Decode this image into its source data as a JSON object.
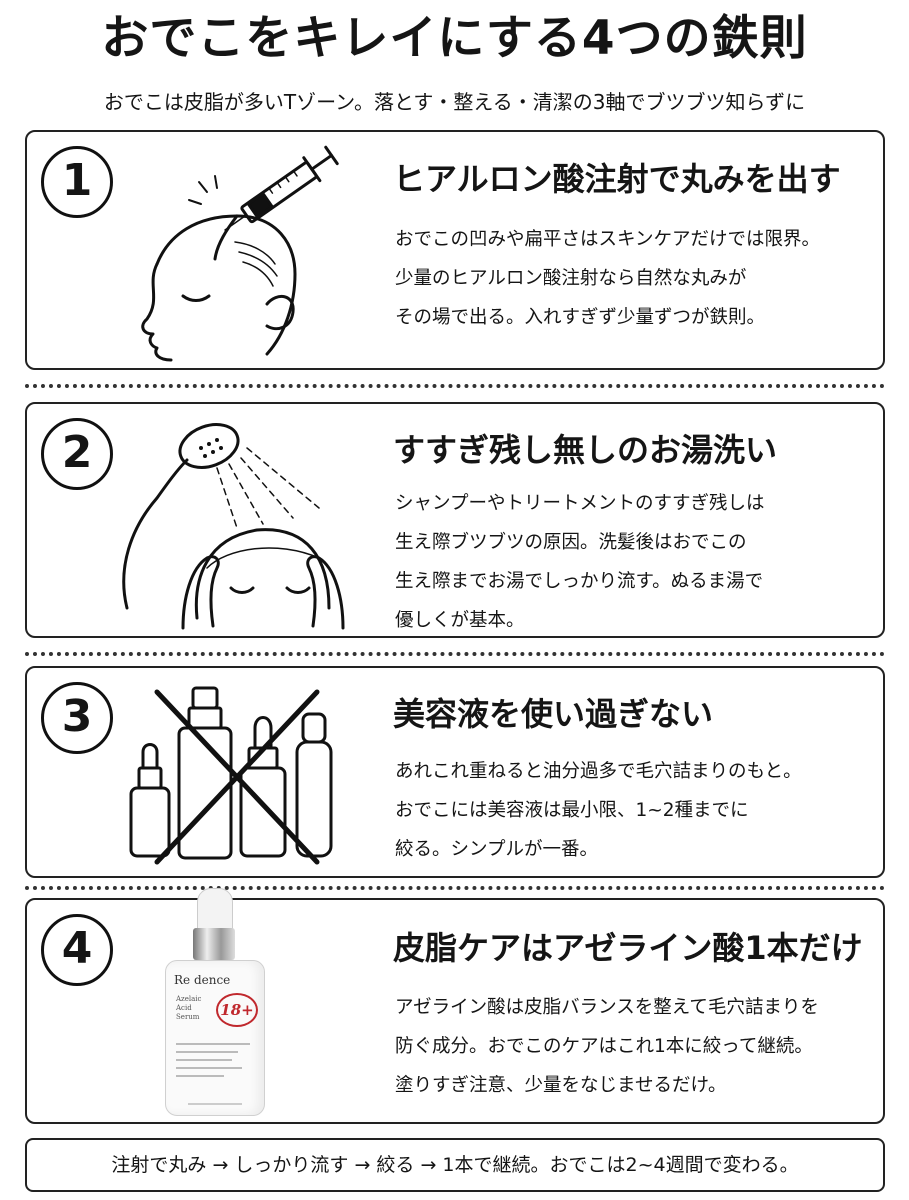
{
  "title": "おでこをキレイにする4つの鉄則",
  "subtitle": "おでこは皮脂が多いTゾーン。落とす・整える・清潔の3軸でブツブツ知らずに",
  "rules": [
    {
      "number": "1",
      "heading": "ヒアルロン酸注射で丸みを出す",
      "lines": [
        "おでこの凹みや扁平さはスキンケアだけでは限界。",
        "少量のヒアルロン酸注射なら自然な丸みが",
        "その場で出る。入れすぎず少量ずつが鉄則。"
      ],
      "icon": "syringe-face-icon"
    },
    {
      "number": "2",
      "heading": "すすぎ残し無しのお湯洗い",
      "lines": [
        "シャンプーやトリートメントのすすぎ残しは",
        "生え際ブツブツの原因。洗髪後はおでこの",
        "生え際までお湯でしっかり流す。ぬるま湯で",
        "優しくが基本。"
      ],
      "icon": "shower-face-icon"
    },
    {
      "number": "3",
      "heading": "美容液を使い過ぎない",
      "lines": [
        "あれこれ重ねると油分過多で毛穴詰まりのもと。",
        "おでこには美容液は最小限、1~2種までに",
        "絞る。シンプルが一番。"
      ],
      "icon": "bottles-crossed-icon"
    },
    {
      "number": "4",
      "heading": "皮脂ケアはアゼライン酸1本だけ",
      "lines": [
        "アゼライン酸は皮脂バランスを整えて毛穴詰まりを",
        "防ぐ成分。おでこのケアはこれ1本に絞って継続。",
        "塗りすぎ注意、少量をなじませるだけ。"
      ],
      "icon": "serum-bottle-icon"
    }
  ],
  "product": {
    "brand": "Re dence",
    "name_lines": [
      "Azelaic",
      "Acid",
      "Serum"
    ],
    "badge": "18+"
  },
  "footer": "注射で丸み → しっかり流す → 絞る → 1本で継続。おでこは2~4週間で変わる。"
}
